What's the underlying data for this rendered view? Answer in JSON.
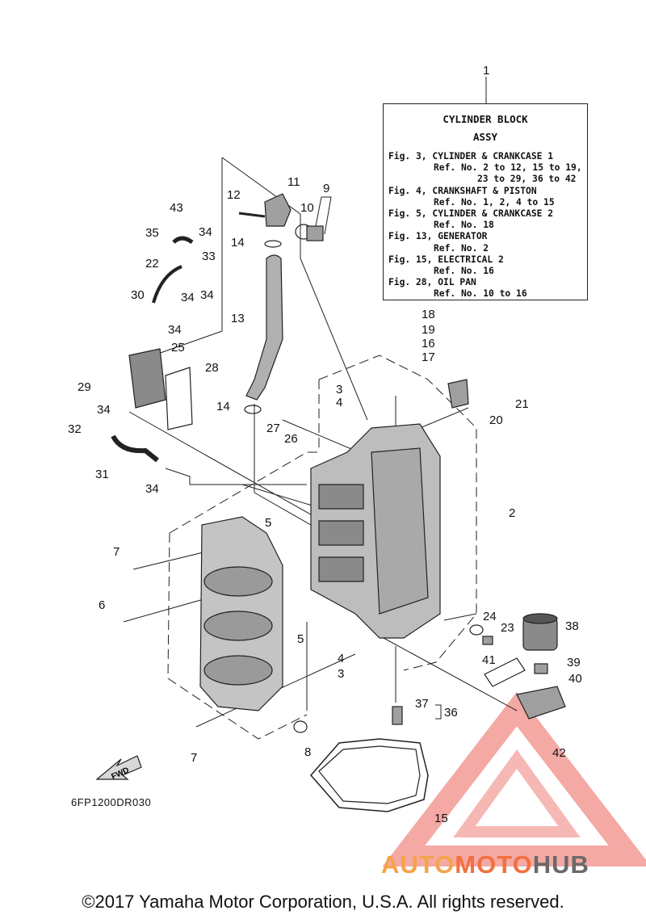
{
  "legend": {
    "title_line1": "CYLINDER BLOCK",
    "title_line2": "ASSY",
    "entries": [
      {
        "fig": "Fig. 3, CYLINDER & CRANKCASE 1",
        "ref": "Ref. No. 2 to 12, 15 to 19,",
        "ref2": "23 to 29, 36 to 42"
      },
      {
        "fig": "Fig. 4, CRANKSHAFT & PISTON",
        "ref": "Ref. No. 1, 2, 4 to 15"
      },
      {
        "fig": "Fig. 5, CYLINDER & CRANKCASE 2",
        "ref": "Ref. No. 18"
      },
      {
        "fig": "Fig. 13, GENERATOR",
        "ref": "Ref. No. 2"
      },
      {
        "fig": "Fig. 15, ELECTRICAL 2",
        "ref": "Ref. No. 16"
      },
      {
        "fig": "Fig. 28, OIL PAN",
        "ref": "Ref. No. 10 to 16"
      }
    ]
  },
  "callouts": [
    {
      "id": "c1",
      "text": "1"
    },
    {
      "id": "c2",
      "text": "2"
    },
    {
      "id": "c3a",
      "text": "3"
    },
    {
      "id": "c3b",
      "text": "3"
    },
    {
      "id": "c4a",
      "text": "4"
    },
    {
      "id": "c4b",
      "text": "4"
    },
    {
      "id": "c5a",
      "text": "5"
    },
    {
      "id": "c5b",
      "text": "5"
    },
    {
      "id": "c6",
      "text": "6"
    },
    {
      "id": "c7a",
      "text": "7"
    },
    {
      "id": "c7b",
      "text": "7"
    },
    {
      "id": "c8",
      "text": "8"
    },
    {
      "id": "c9",
      "text": "9"
    },
    {
      "id": "c10",
      "text": "10"
    },
    {
      "id": "c11",
      "text": "11"
    },
    {
      "id": "c12",
      "text": "12"
    },
    {
      "id": "c13",
      "text": "13"
    },
    {
      "id": "c14a",
      "text": "14"
    },
    {
      "id": "c14b",
      "text": "14"
    },
    {
      "id": "c15",
      "text": "15"
    },
    {
      "id": "c16",
      "text": "16"
    },
    {
      "id": "c17",
      "text": "17"
    },
    {
      "id": "c18",
      "text": "18"
    },
    {
      "id": "c19",
      "text": "19"
    },
    {
      "id": "c20",
      "text": "20"
    },
    {
      "id": "c21",
      "text": "21"
    },
    {
      "id": "c22",
      "text": "22"
    },
    {
      "id": "c23",
      "text": "23"
    },
    {
      "id": "c24",
      "text": "24"
    },
    {
      "id": "c25",
      "text": "25"
    },
    {
      "id": "c26",
      "text": "26"
    },
    {
      "id": "c27",
      "text": "27"
    },
    {
      "id": "c28",
      "text": "28"
    },
    {
      "id": "c29",
      "text": "29"
    },
    {
      "id": "c30",
      "text": "30"
    },
    {
      "id": "c31",
      "text": "31"
    },
    {
      "id": "c32",
      "text": "32"
    },
    {
      "id": "c33",
      "text": "33"
    },
    {
      "id": "c34a",
      "text": "34"
    },
    {
      "id": "c34b",
      "text": "34"
    },
    {
      "id": "c34c",
      "text": "34"
    },
    {
      "id": "c34d",
      "text": "34"
    },
    {
      "id": "c34e",
      "text": "34"
    },
    {
      "id": "c34f",
      "text": "34"
    },
    {
      "id": "c35",
      "text": "35"
    },
    {
      "id": "c36",
      "text": "36"
    },
    {
      "id": "c37",
      "text": "37"
    },
    {
      "id": "c38",
      "text": "38"
    },
    {
      "id": "c39",
      "text": "39"
    },
    {
      "id": "c40",
      "text": "40"
    },
    {
      "id": "c41",
      "text": "41"
    },
    {
      "id": "c42",
      "text": "42"
    },
    {
      "id": "c43",
      "text": "43"
    }
  ],
  "fwd_label": "FWD",
  "diagram_code": "6FP1200DR030",
  "watermark": {
    "part1": "AUTO",
    "part2": "MOTO",
    "part3": "HUB"
  },
  "copyright": "©2017 Yamaha Motor Corporation, U.S.A. All rights reserved.",
  "colors": {
    "line": "#222222",
    "part_fill": "#bdbdbd",
    "part_shade": "#8a8a8a",
    "watermark_red": "#e8473c",
    "watermark_orange": "#f4a44a"
  }
}
